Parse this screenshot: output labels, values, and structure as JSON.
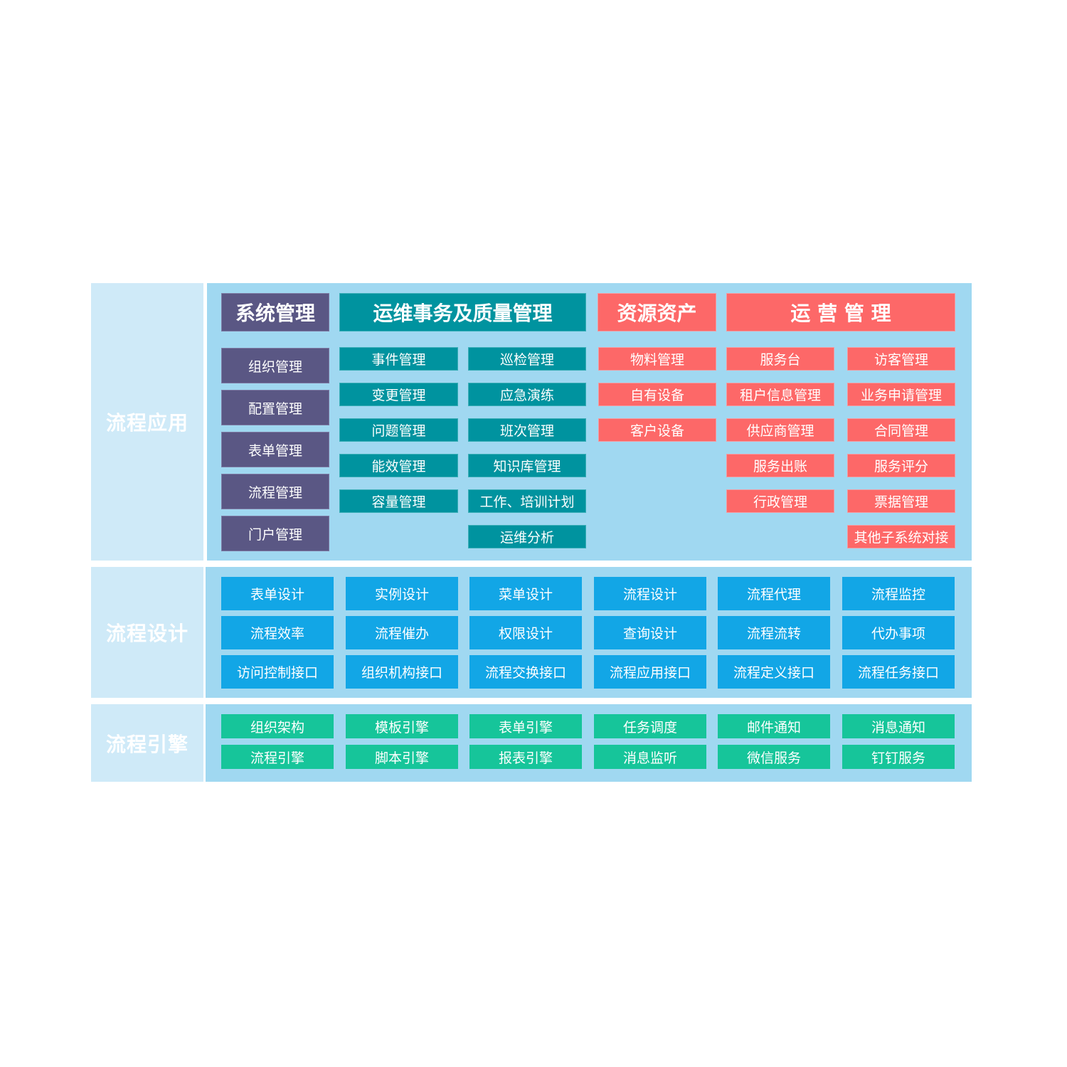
{
  "sections": {
    "app": {
      "label": "流程应用"
    },
    "design": {
      "label": "流程设计"
    },
    "engine": {
      "label": "流程引擎"
    }
  },
  "groups": {
    "system": {
      "title": "系统管理",
      "items": [
        "组织管理",
        "配置管理",
        "表单管理",
        "流程管理",
        "门户管理"
      ]
    },
    "ops": {
      "title": "运维事务及质量管理",
      "col1": [
        "事件管理",
        "变更管理",
        "问题管理",
        "能效管理",
        "容量管理"
      ],
      "col2": [
        "巡检管理",
        "应急演练",
        "班次管理",
        "知识库管理",
        "工作、培训计划",
        "运维分析"
      ]
    },
    "resource": {
      "title": "资源资产",
      "items": [
        "物料管理",
        "自有设备",
        "客户设备"
      ]
    },
    "operation": {
      "title": "运 营 管 理",
      "col1": [
        "服务台",
        "租户信息管理",
        "供应商管理",
        "服务出账",
        "行政管理"
      ],
      "col2": [
        "访客管理",
        "业务申请管理",
        "合同管理",
        "服务评分",
        "票据管理",
        "其他子系统对接"
      ]
    }
  },
  "design_items": [
    [
      "表单设计",
      "实例设计",
      "菜单设计",
      "流程设计",
      "流程代理",
      "流程监控"
    ],
    [
      "流程效率",
      "流程催办",
      "权限设计",
      "查询设计",
      "流程流转",
      "代办事项"
    ],
    [
      "访问控制接口",
      "组织机构接口",
      "流程交换接口",
      "流程应用接口",
      "流程定义接口",
      "流程任务接口"
    ]
  ],
  "engine_items": [
    [
      "组织架构",
      "模板引擎",
      "表单引擎",
      "任务调度",
      "邮件通知",
      "消息通知"
    ],
    [
      "流程引擎",
      "脚本引擎",
      "报表引擎",
      "消息监听",
      "微信服务",
      "钉钉服务"
    ]
  ],
  "colors": {
    "system": "#5a5784",
    "ops": "#00939f",
    "resource": "#fd6868",
    "design": "#12a6e6",
    "engine": "#16c59a"
  }
}
